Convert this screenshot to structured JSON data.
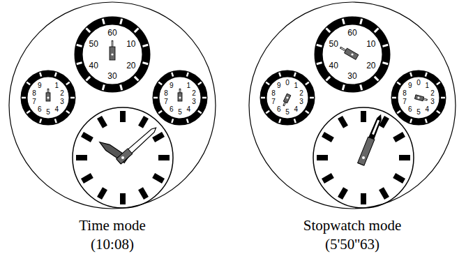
{
  "diagram": {
    "nodes": [
      {
        "text": [
          "Time mode",
          "(10:08)"
        ]
      },
      {
        "text": [
          "60",
          "10",
          "20",
          "30",
          "40",
          "50"
        ],
        "in": 0
      },
      {
        "text": [
          "1",
          "2",
          "3",
          "4",
          "5",
          "6",
          "7",
          "8",
          "9"
        ],
        "in": 0
      },
      {
        "text": [
          "1",
          "2",
          "3",
          "4",
          "5",
          "6",
          "7",
          "8",
          "9"
        ],
        "in": 0
      },
      {
        "text": [
          "Stopwatch mode",
          "(5'50''63)"
        ]
      },
      {
        "text": [
          "60",
          "10",
          "20",
          "30",
          "40",
          "50"
        ],
        "in": 4
      },
      {
        "text": [
          "0",
          "1",
          "2",
          "3",
          "4",
          "5",
          "6",
          "7",
          "8",
          "9"
        ],
        "in": 4
      },
      {
        "text": [
          "0",
          "1",
          "2",
          "3",
          "4",
          "5",
          "6",
          "7",
          "8",
          "9"
        ],
        "in": 4
      }
    ]
  }
}
